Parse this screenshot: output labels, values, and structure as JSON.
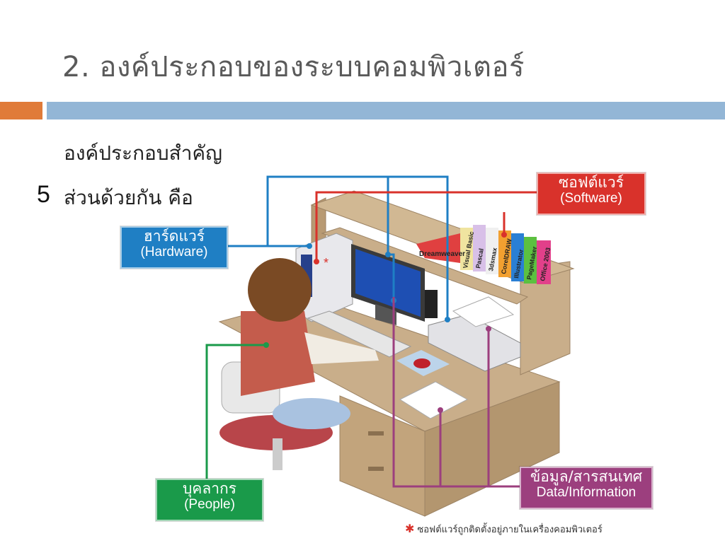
{
  "title": "2. องค์ประกอบของระบบคอมพิวเตอร์",
  "body": {
    "line1": "องค์ประกอบสำคัญ",
    "bullet": "5",
    "line2": "ส่วนด้วยกัน คือ"
  },
  "labels": {
    "hardware_th": "ฮาร์ดแวร์",
    "hardware_en": "(Hardware)",
    "software_th": "ซอฟต์แวร์",
    "software_en": "(Software)",
    "people_th": "บุคลากร",
    "people_en": "(People)",
    "data_th": "ข้อมูล/สารสนเทศ",
    "data_en": "Data/Information"
  },
  "books": [
    "Dreamweaver",
    "Visual Basic",
    "Pascal",
    "3dsmax",
    "CorelDRAW",
    "Illustrator",
    "PageMaker",
    "Office 2003"
  ],
  "footnote": "ซอฟต์แวร์ถูกติดตั้งอยู่ภายในเครื่องคอมพิวเตอร์",
  "colors": {
    "accent_orange": "#e07b39",
    "accent_blue": "#93b6d6",
    "hardware": "#1f7fc4",
    "software": "#d9322b",
    "people": "#1a9a4a",
    "data": "#9c3f7e"
  }
}
